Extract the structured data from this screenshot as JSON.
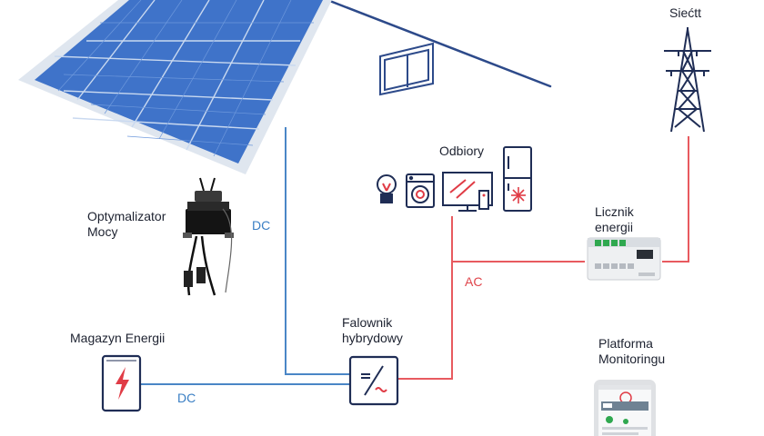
{
  "colors": {
    "dc_line": "#4a86c6",
    "ac_line": "#e85a5f",
    "house_outline": "#2d4a8a",
    "panel_blue": "#3f73c9",
    "icon_navy": "#1f2d55",
    "accent_red": "#e03c46"
  },
  "labels": {
    "grid": "Siećtt",
    "consumers": "Odbiory",
    "optimizer": [
      "Optymalizator",
      "Mocy"
    ],
    "meter": [
      "Licznik",
      "energii"
    ],
    "storage": "Magazyn Energii",
    "inverter": [
      "Falownik",
      "hybrydowy"
    ],
    "monitoring": [
      "Platforma",
      "Monitoringu"
    ],
    "dc_top": "DC",
    "dc_bottom": "DC",
    "ac": "AC"
  },
  "icons": {
    "solar": "solar-panel-array-icon",
    "tower": "power-tower-icon",
    "bulb": "light-bulb-icon",
    "washer": "washing-machine-icon",
    "tv": "tv-icon",
    "fridge": "fridge-icon",
    "optimizer": "optimizer-device-icon",
    "meter": "energy-meter-icon",
    "battery": "battery-icon",
    "inverter": "inverter-icon",
    "phone": "phone-app-icon"
  }
}
